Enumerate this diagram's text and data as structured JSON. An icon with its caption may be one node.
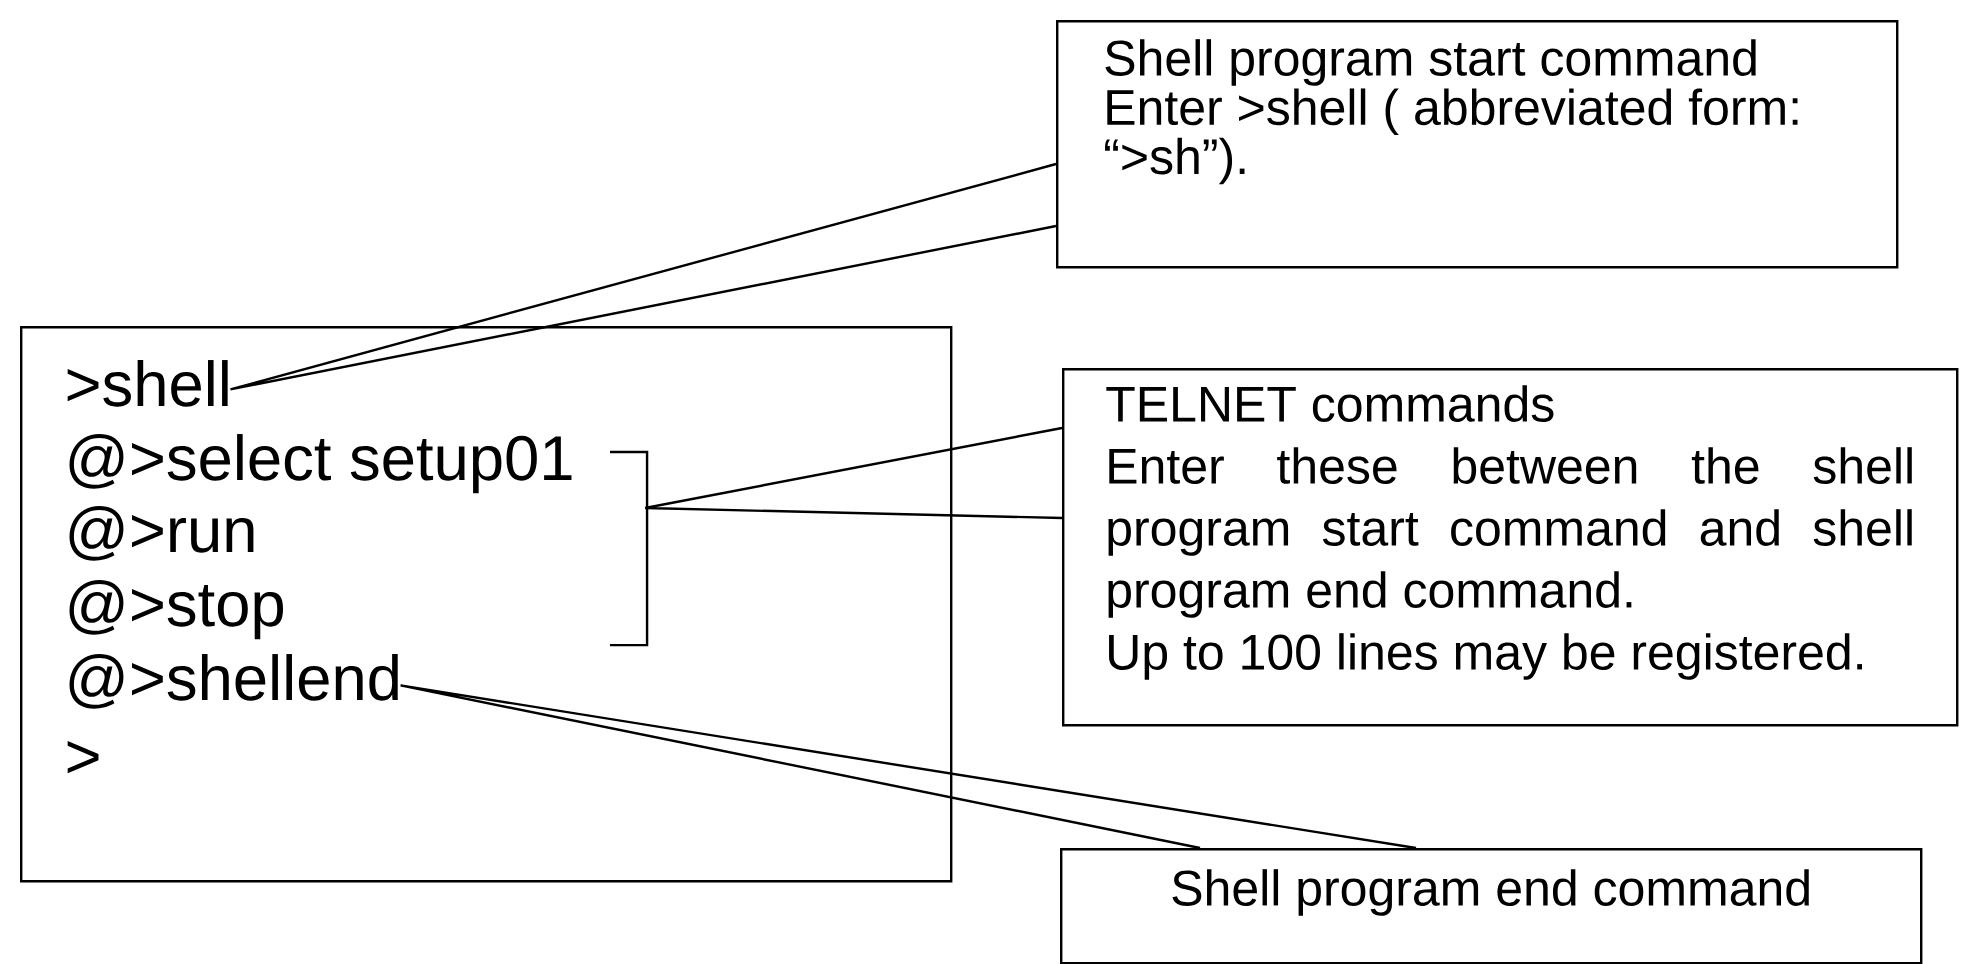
{
  "diagram": {
    "nodes": [
      {
        "text": [],
        "shape": "box"
      },
      {
        "text": [
          ">shell"
        ],
        "in": 0
      },
      {
        "text": [
          "@>select setup01"
        ],
        "in": 0
      },
      {
        "text": [
          "@>run"
        ],
        "in": 0
      },
      {
        "text": [
          "@>stop"
        ],
        "in": 0
      },
      {
        "text": [
          "@>shellend"
        ],
        "in": 0
      },
      {
        "text": [
          ">"
        ],
        "in": 0
      },
      {
        "text": [
          "Shell program start command",
          "Enter >shell ( abbreviated form: “>sh”)."
        ]
      },
      {
        "text": [
          "TELNET commands",
          "Enter these between the shell program start command and shell program end command.",
          "Up to 100 lines may be registered."
        ]
      },
      {
        "text": [
          "Shell program end command"
        ]
      },
      {
        "text": [],
        "shape": "bracket",
        "in": 0
      }
    ],
    "edges": [
      {
        "from": 7,
        "to": 1,
        "arrow": "none"
      },
      {
        "from": 8,
        "to": 10,
        "arrow": "none"
      },
      {
        "from": 9,
        "to": 5,
        "arrow": "none"
      }
    ]
  }
}
